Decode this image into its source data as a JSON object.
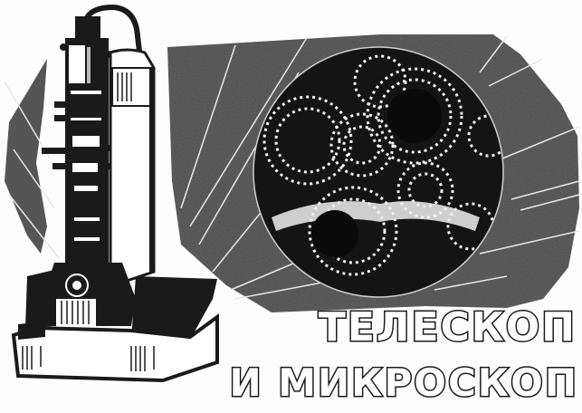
{
  "illustration": {
    "title_line1": "Телескоп",
    "title_line2": "и микроскоп",
    "subjects": [
      "microscope-illustration",
      "moon-telescope-view"
    ],
    "colors": {
      "ink": "#1a1a1a",
      "gray_backdrop": "#4a4a4a",
      "moon_disc": "#141414",
      "paper": "#fdfdfd"
    }
  }
}
